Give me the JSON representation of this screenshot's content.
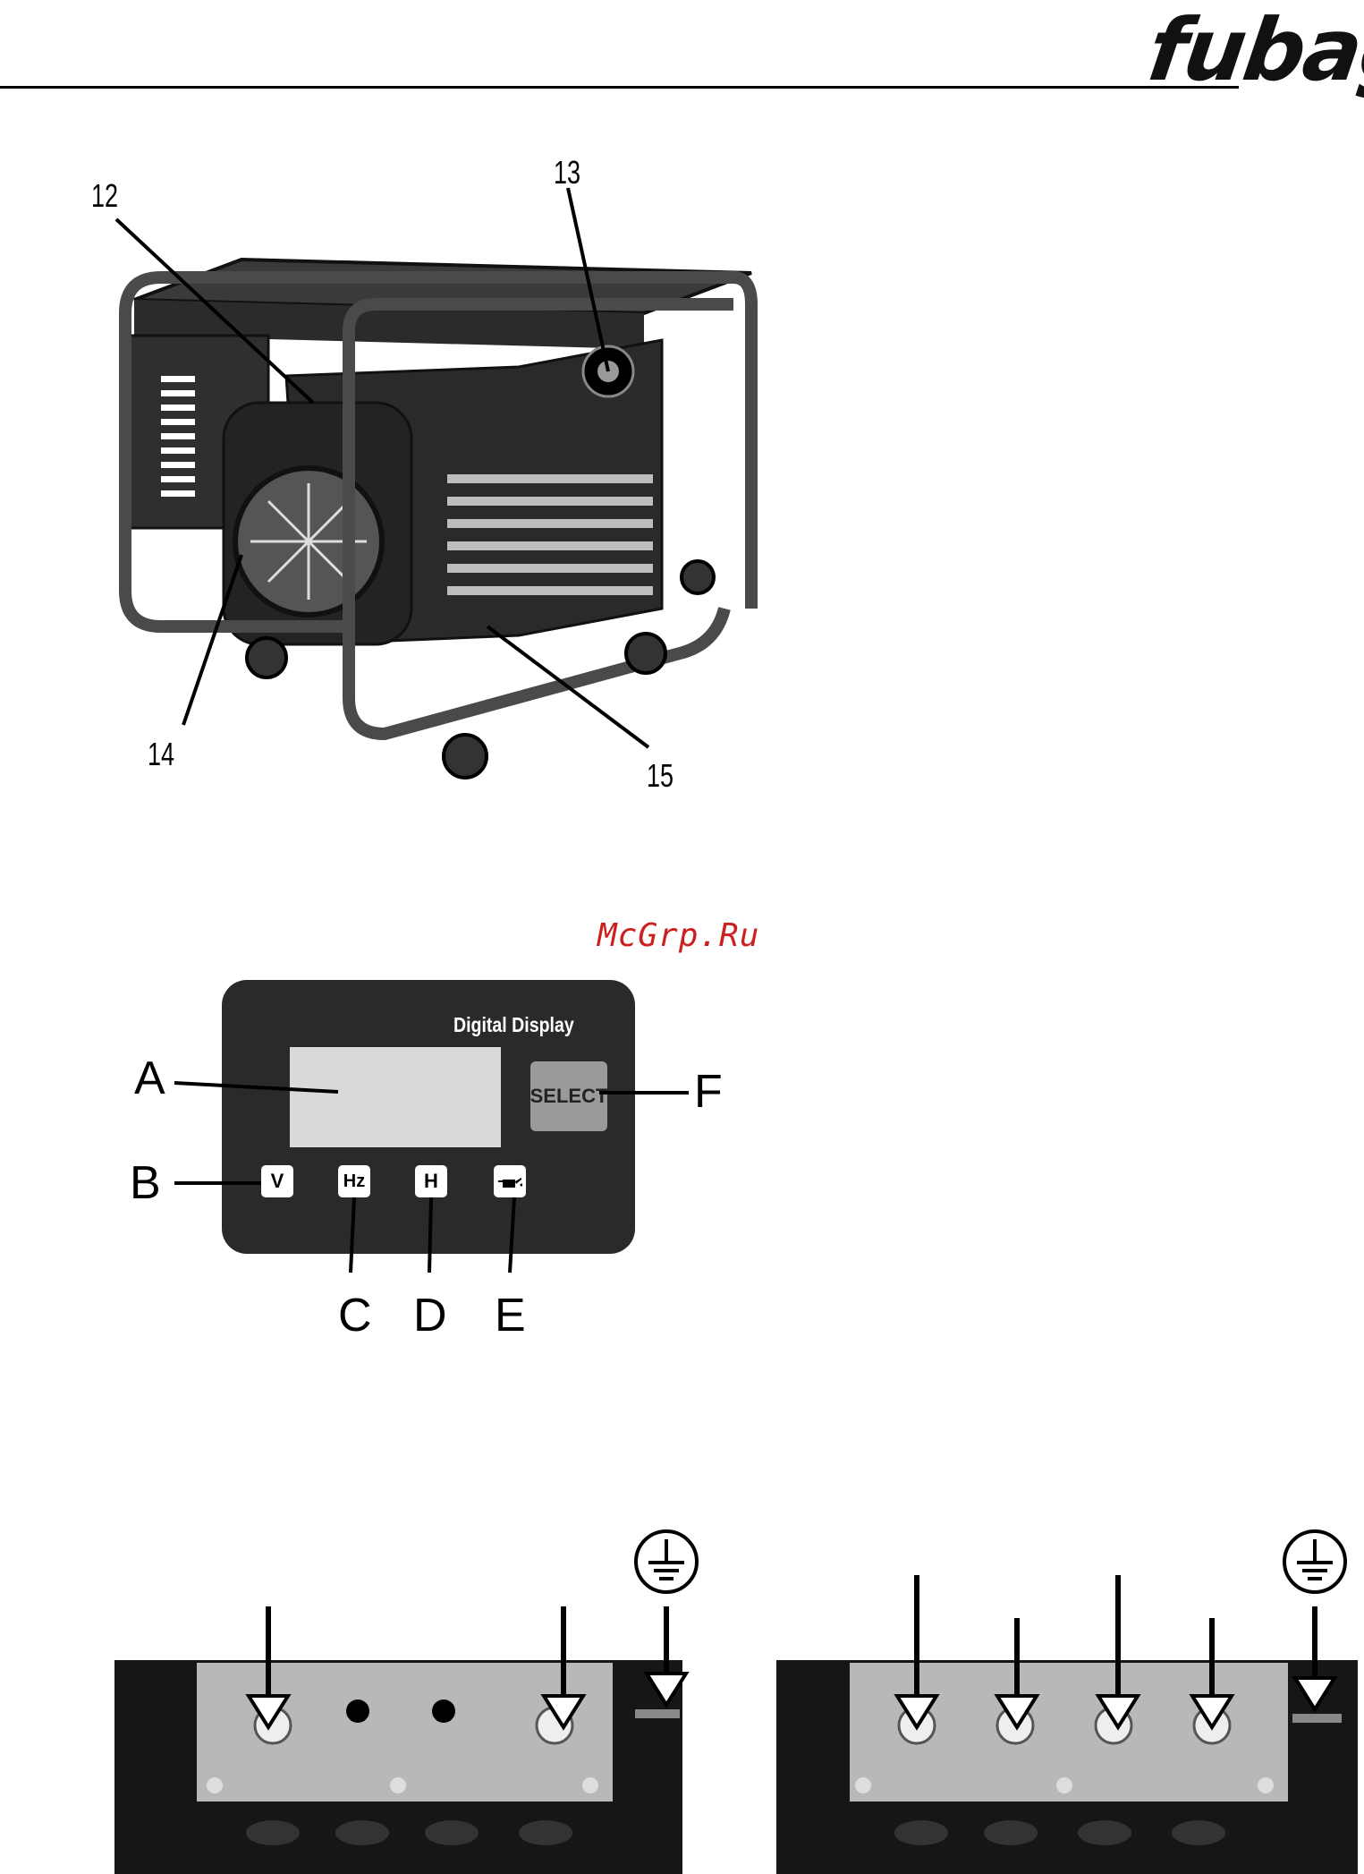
{
  "header": {
    "brand_logo": "fubag"
  },
  "figure1": {
    "callouts": {
      "c12": "12",
      "c13": "13",
      "c14": "14",
      "c15": "15"
    }
  },
  "watermark": "McGrp.Ru",
  "figure2": {
    "panel_title": "Digital Display",
    "select_label": "SELECT",
    "indicators": {
      "voltage": "V",
      "frequency": "Hz",
      "hours": "H"
    },
    "icons": {
      "oil": "oil-can-icon",
      "ground": "ground-symbol-icon"
    },
    "letters": {
      "a": "A",
      "b": "B",
      "c": "C",
      "d": "D",
      "e": "E",
      "f": "F"
    }
  }
}
